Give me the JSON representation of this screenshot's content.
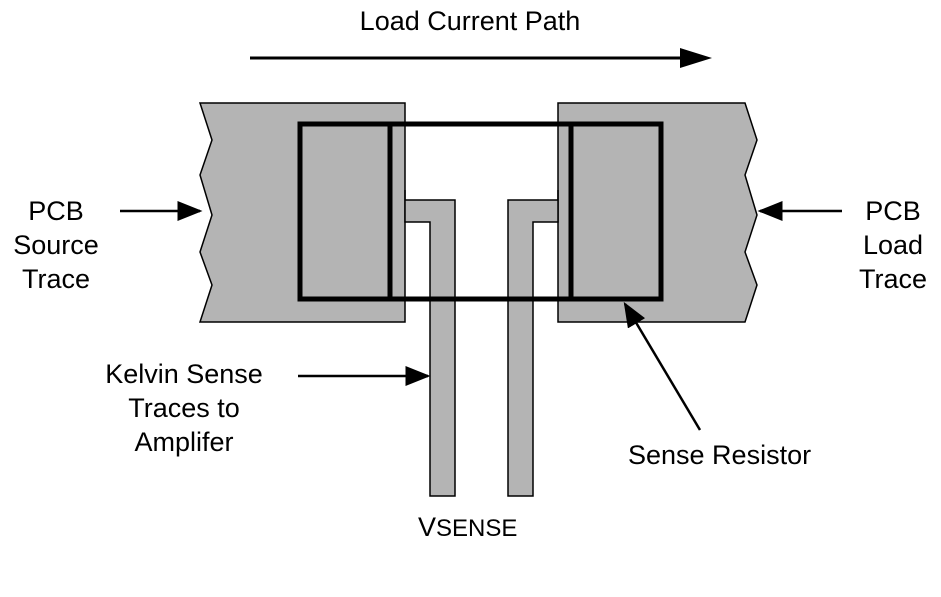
{
  "labels": {
    "current_path": "Load Current Path",
    "source_trace": [
      "PCB",
      "Source",
      "Trace"
    ],
    "load_trace": [
      "PCB",
      "Load",
      "Trace"
    ],
    "kelvin_traces": [
      "Kelvin Sense",
      "Traces to",
      "Amplifer"
    ],
    "sense_resistor": "Sense Resistor",
    "vsense_main": "V",
    "vsense_sub": "SENSE"
  },
  "colors": {
    "copper": "#b4b4b4",
    "outline": "#000000",
    "background": "#ffffff"
  }
}
